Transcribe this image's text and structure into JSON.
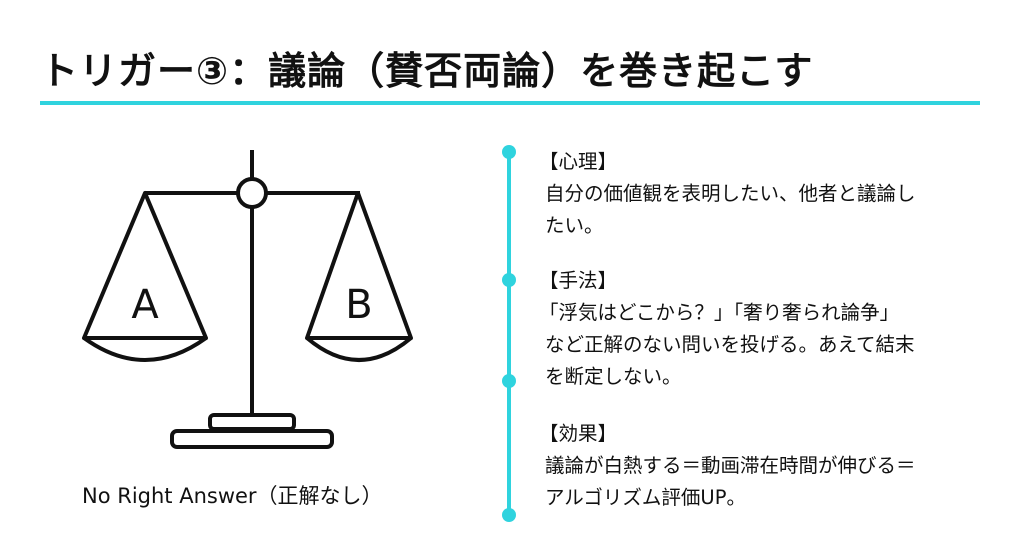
{
  "title": "トリガー③：議論（賛否両論）を巻き起こす",
  "illustration": {
    "pan_left": "A",
    "pan_right": "B",
    "caption": "No Right Answer（正解なし）"
  },
  "sections": [
    {
      "heading": "【心理】",
      "lines": [
        "自分の価値観を表明したい、他者と議論し",
        "たい。"
      ]
    },
    {
      "heading": "【手法】",
      "lines": [
        "「浮気はどこから？」「奢り奢られ論争」",
        "など正解のない問いを投げる。あえて結末",
        "を断定しない。"
      ]
    },
    {
      "heading": "【効果】",
      "lines": [
        "議論が白熱する＝動画滞在時間が伸びる＝",
        "アルゴリズム評価UP。"
      ]
    }
  ],
  "colors": {
    "accent": "#2fd3de",
    "text": "#111111"
  }
}
